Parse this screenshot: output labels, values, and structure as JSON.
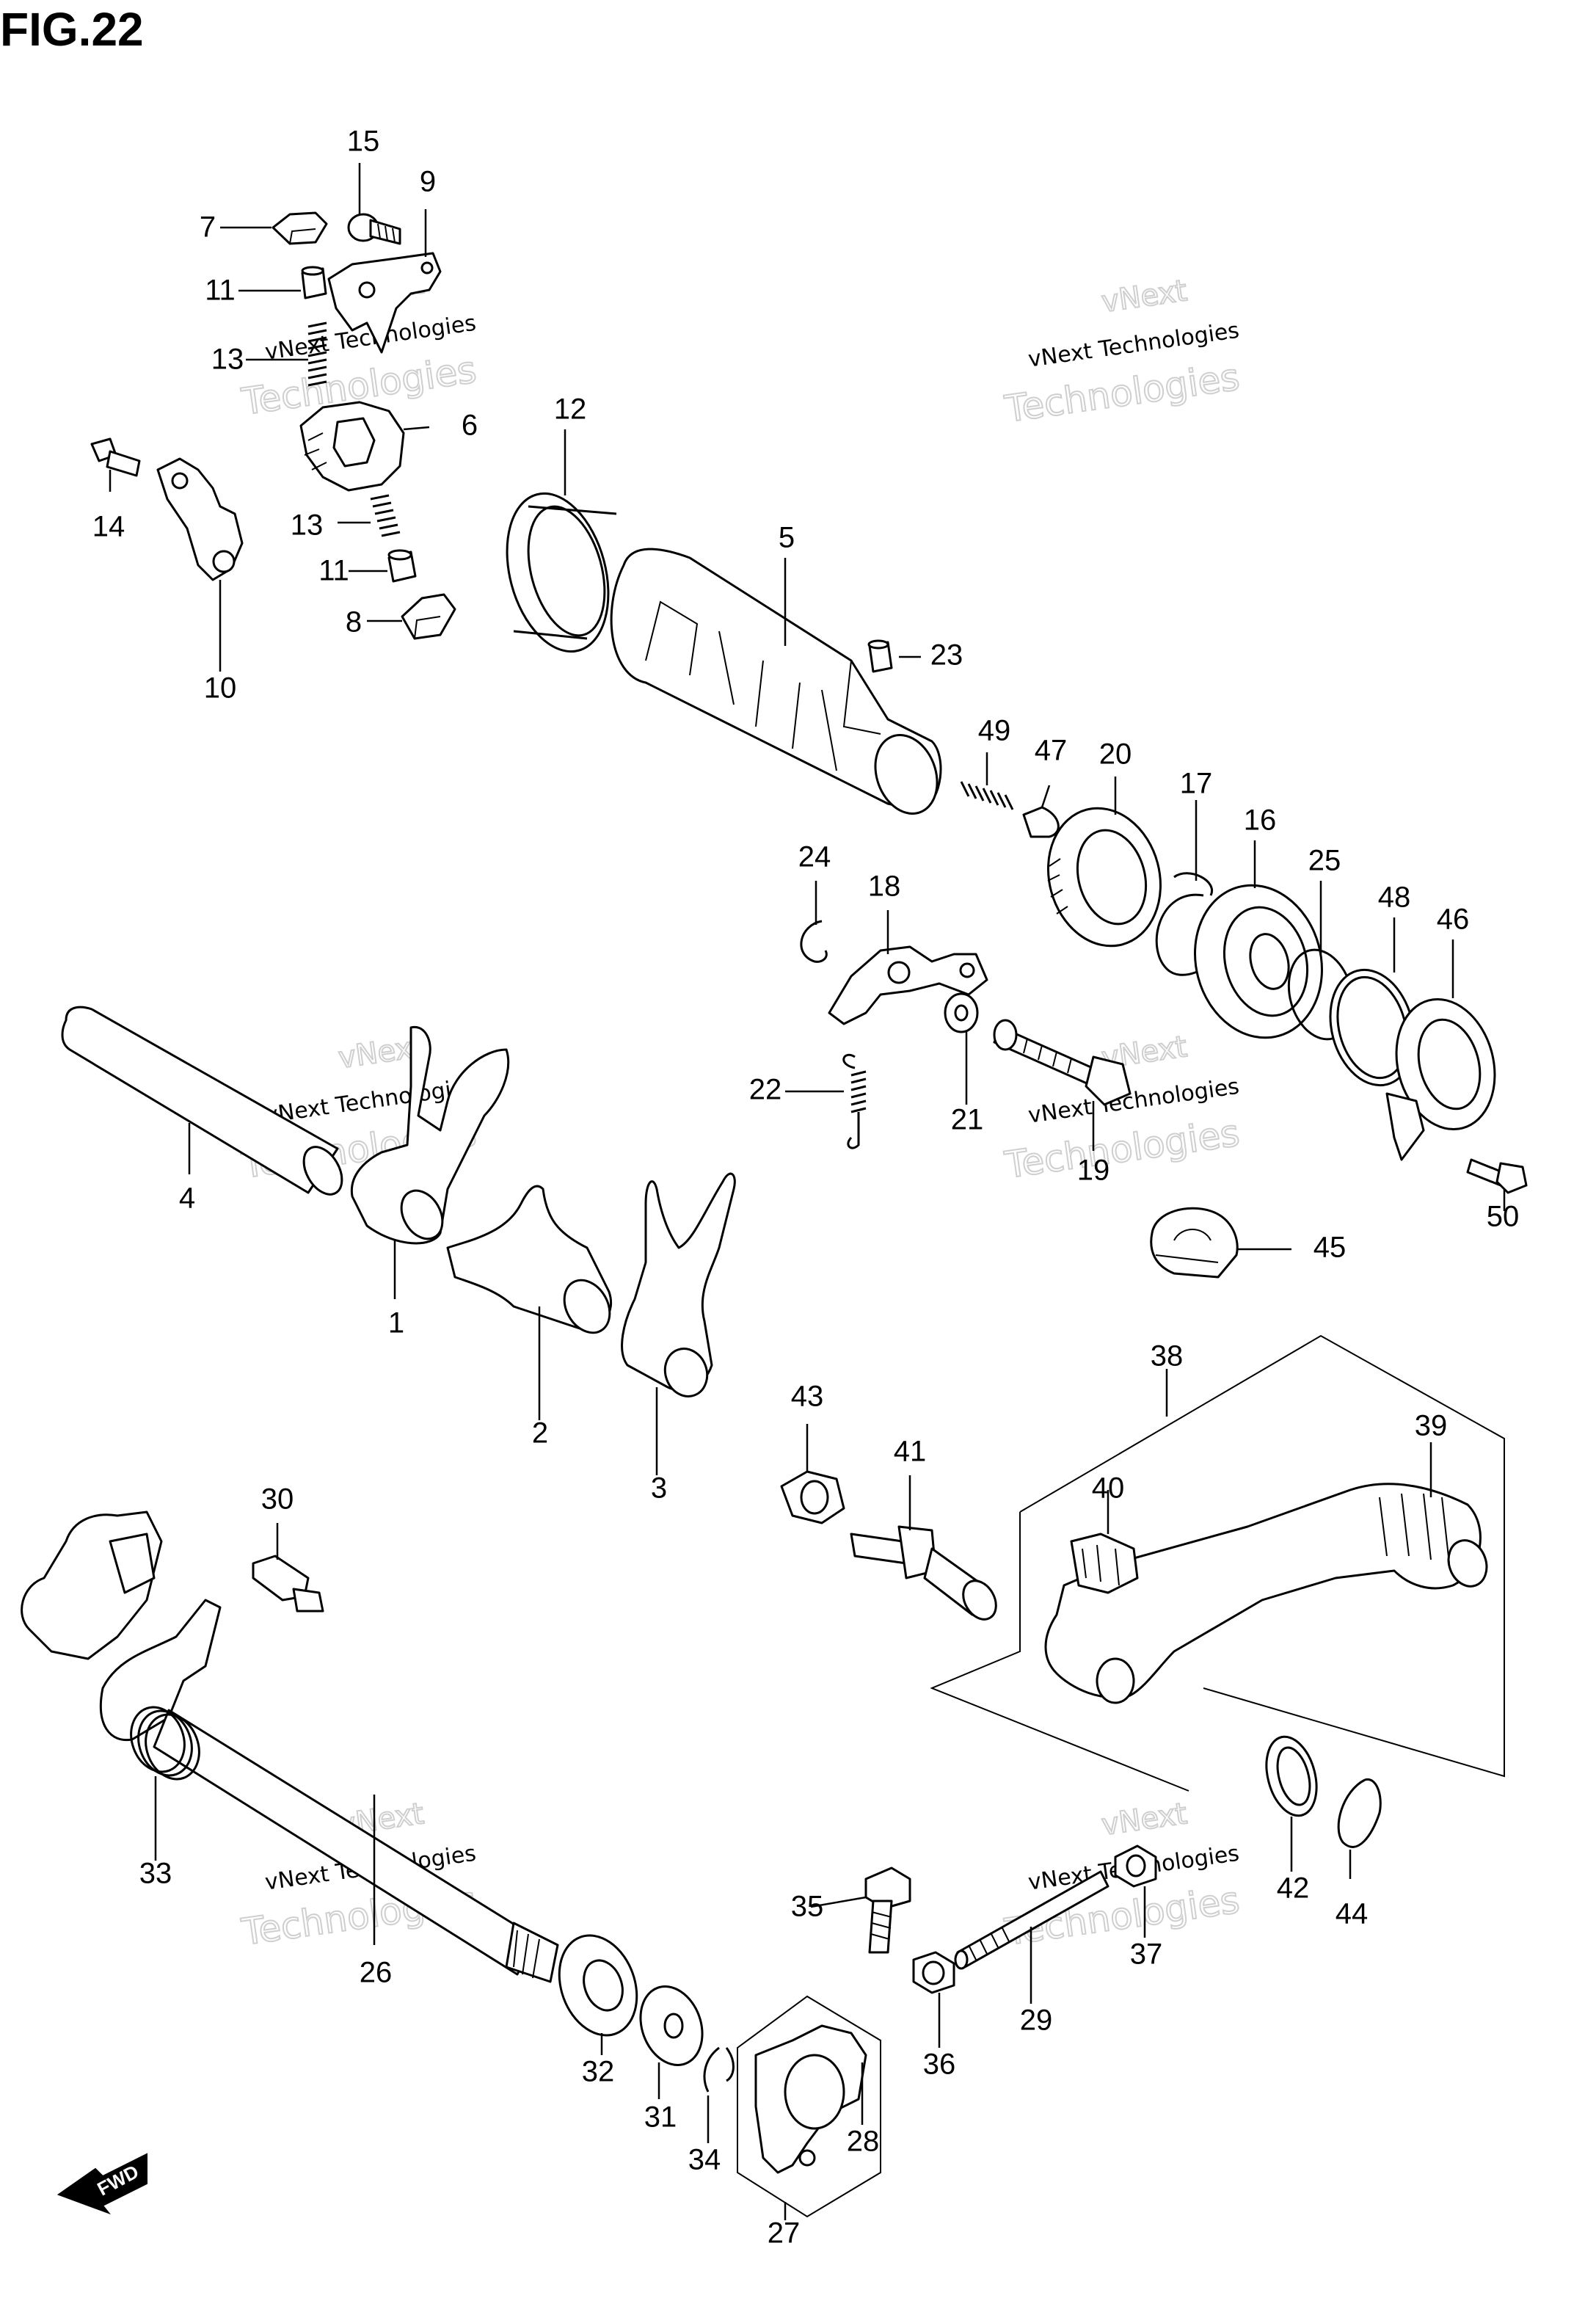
{
  "title": "FIG.22",
  "watermark": {
    "line1": "vNext Technologies",
    "line2": "Technologies",
    "line3": "vNext"
  },
  "fwd_label": "FWD",
  "callouts": [
    "1",
    "2",
    "3",
    "4",
    "5",
    "6",
    "7",
    "8",
    "9",
    "10",
    "11",
    "11",
    "12",
    "13",
    "13",
    "14",
    "15",
    "16",
    "17",
    "18",
    "19",
    "20",
    "21",
    "22",
    "23",
    "24",
    "25",
    "26",
    "27",
    "28",
    "29",
    "30",
    "31",
    "32",
    "33",
    "34",
    "35",
    "36",
    "37",
    "38",
    "39",
    "40",
    "41",
    "42",
    "43",
    "44",
    "45",
    "46",
    "47",
    "48",
    "49",
    "50"
  ]
}
